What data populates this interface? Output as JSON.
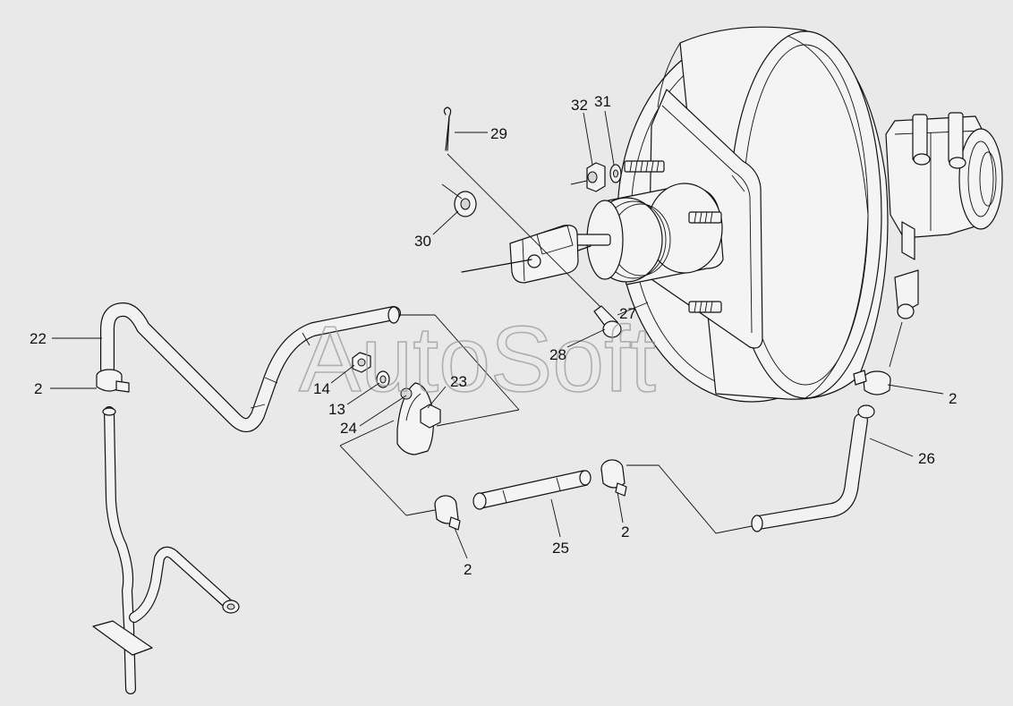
{
  "watermark": "AutoSoft",
  "callouts": {
    "c29": "29",
    "c32": "32",
    "c31": "31",
    "c30": "30",
    "c27": "27",
    "c28": "28",
    "c22": "22",
    "c2_left": "2",
    "c14": "14",
    "c13": "13",
    "c23": "23",
    "c24": "24",
    "c2_right": "2",
    "c26": "26",
    "c25": "25",
    "c2_mid": "2",
    "c2_bottom": "2"
  },
  "colors": {
    "background": "#e9e9e9",
    "line": "#111111",
    "watermark": "#9a9a9a"
  }
}
